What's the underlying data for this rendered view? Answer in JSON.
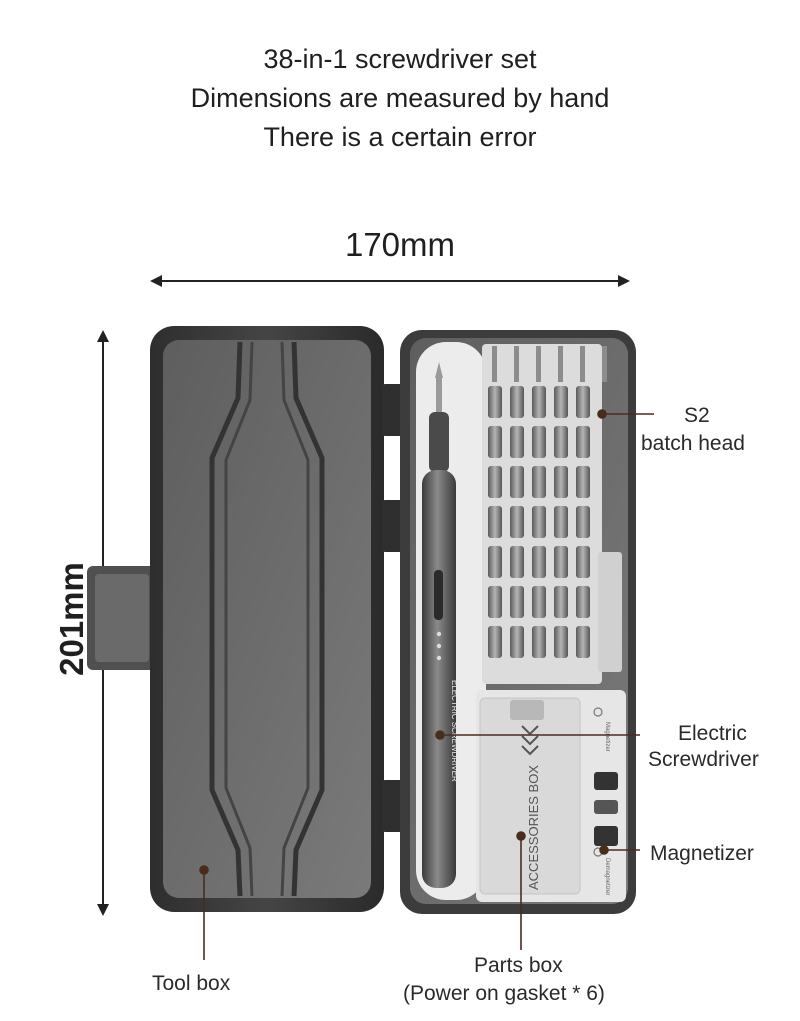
{
  "header": {
    "line1": "38-in-1 screwdriver set",
    "line2": "Dimensions are measured by hand",
    "line3": "There is a certain error"
  },
  "dimensions": {
    "width": "170mm",
    "height": "201mm"
  },
  "callouts": {
    "s2_line1": "S2",
    "s2_line2": "batch head",
    "electric_line1": "Electric",
    "electric_line2": "Screwdriver",
    "magnetizer": "Magnetizer",
    "tool_box": "Tool box",
    "parts_line1": "Parts box",
    "parts_line2": "(Power on gasket * 6)"
  },
  "product_print": {
    "accessories": "ACCESSORIES  BOX",
    "screwdriver_text": "ELECTRIC SCREWDRIVER",
    "magnetizer_small": "Magnetizer",
    "demagnetizer_small": "Demagnetizer"
  },
  "colors": {
    "case_dark": "#3a3a3a",
    "case_inner": "#6b6b6b",
    "tray": "#e9e9e9",
    "callout_dot": "#4a2c1d",
    "text": "#1f1f1f"
  }
}
